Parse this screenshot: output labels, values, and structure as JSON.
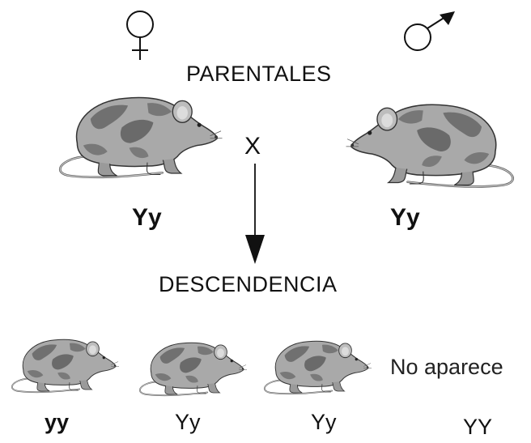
{
  "symbols": {
    "female": "female-symbol-icon",
    "male": "male-symbol-icon"
  },
  "parents": {
    "title": "PARENTALES",
    "cross": "X",
    "mother_genotype": "Yy",
    "father_genotype": "Yy"
  },
  "offspring": {
    "title": "DESCENDENCIA",
    "genotypes": [
      "yy",
      "Yy",
      "Yy",
      "YY"
    ],
    "absent_note": "No aparece"
  },
  "colors": {
    "fur_light": "#a9a9a9",
    "fur_dark": "#6e6e6e",
    "outline": "#333333",
    "ear_inner": "#d9d9d9"
  }
}
